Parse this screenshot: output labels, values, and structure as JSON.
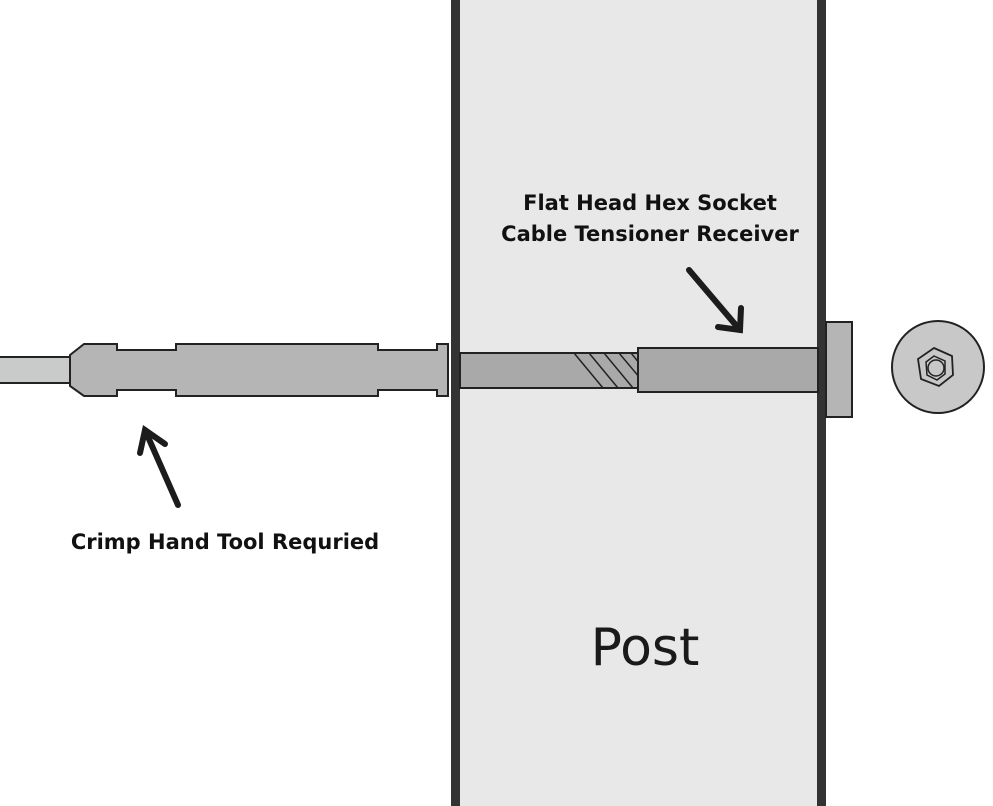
{
  "diagram": {
    "title": "Cable Tensioner Receiver Installation",
    "labels": {
      "receiver": [
        "Flat Head Hex Socket",
        "Cable Tensioner Receiver"
      ],
      "crimp": "Crimp Hand Tool Requried",
      "post": "Post"
    },
    "colors": {
      "background": "#ffffff",
      "post_fill": "#e8e8e8",
      "post_border": "#333333",
      "cable": "#c9cbcb",
      "fitting": "#b5b5b5",
      "receiver": "#a9a9a9",
      "outline": "#222222",
      "arrow": "#1c1c1c"
    },
    "components": [
      {
        "name": "Cable",
        "role": "wire rope entering fitting"
      },
      {
        "name": "Crimp Fitting",
        "role": "swaged stud crimped with hand tool"
      },
      {
        "name": "Threaded Stud",
        "role": "passes through post"
      },
      {
        "name": "Hex Socket Receiver",
        "role": "flat head, tightened from outside"
      },
      {
        "name": "Post",
        "role": "mounting surface"
      },
      {
        "name": "Hex Socket Head (end view)",
        "role": "flat head with hex socket"
      }
    ]
  }
}
